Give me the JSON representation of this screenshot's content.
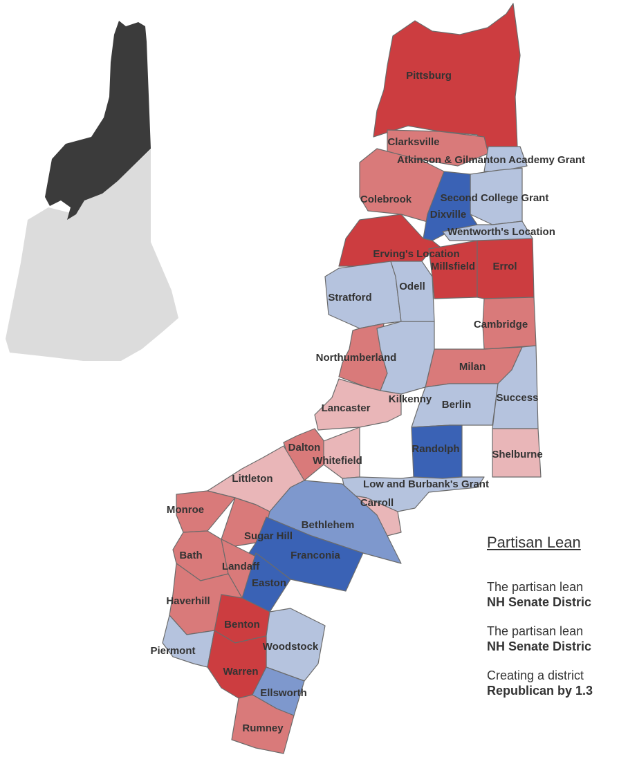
{
  "colors": {
    "strong_r": "#cc3d40",
    "mid_r": "#d97a7a",
    "light_r": "#e9b6b8",
    "strong_d": "#3a62b5",
    "mid_d": "#7e98cd",
    "light_d": "#b5c3de",
    "inset_selected": "#3b3b3b",
    "inset_other": "#dcdcdc"
  },
  "map": {
    "towns": [
      {
        "name": "Pittsburg",
        "lean": "strong_r"
      },
      {
        "name": "Clarksville",
        "lean": "mid_r"
      },
      {
        "name": "Atkinson & Gilmanton Academy Grant",
        "lean": "light_d"
      },
      {
        "name": "Colebrook",
        "lean": "mid_r"
      },
      {
        "name": "Second College Grant",
        "lean": "light_d"
      },
      {
        "name": "Dixville",
        "lean": "strong_d"
      },
      {
        "name": "Wentworth's Location",
        "lean": "light_d"
      },
      {
        "name": "Erving's Location",
        "lean": "strong_r"
      },
      {
        "name": "Millsfield",
        "lean": "strong_r"
      },
      {
        "name": "Errol",
        "lean": "strong_r"
      },
      {
        "name": "Stratford",
        "lean": "light_d"
      },
      {
        "name": "Odell",
        "lean": "light_d"
      },
      {
        "name": "Cambridge",
        "lean": "mid_r"
      },
      {
        "name": "Northumberland",
        "lean": "mid_r"
      },
      {
        "name": "Milan",
        "lean": "mid_r"
      },
      {
        "name": "Kilkenny",
        "lean": "light_d"
      },
      {
        "name": "Berlin",
        "lean": "light_d"
      },
      {
        "name": "Success",
        "lean": "light_d"
      },
      {
        "name": "Lancaster",
        "lean": "light_r"
      },
      {
        "name": "Randolph",
        "lean": "strong_d"
      },
      {
        "name": "Shelburne",
        "lean": "light_r"
      },
      {
        "name": "Dalton",
        "lean": "mid_r"
      },
      {
        "name": "Whitefield",
        "lean": "light_r"
      },
      {
        "name": "Littleton",
        "lean": "light_r"
      },
      {
        "name": "Low and Burbank's Grant",
        "lean": "light_d"
      },
      {
        "name": "Carroll",
        "lean": "light_r"
      },
      {
        "name": "Monroe",
        "lean": "mid_r"
      },
      {
        "name": "Bethlehem",
        "lean": "mid_d"
      },
      {
        "name": "Sugar Hill",
        "lean": "mid_r"
      },
      {
        "name": "Franconia",
        "lean": "strong_d"
      },
      {
        "name": "Bath",
        "lean": "mid_r"
      },
      {
        "name": "Landaff",
        "lean": "mid_r"
      },
      {
        "name": "Easton",
        "lean": "strong_d"
      },
      {
        "name": "Haverhill",
        "lean": "mid_r"
      },
      {
        "name": "Benton",
        "lean": "strong_r"
      },
      {
        "name": "Woodstock",
        "lean": "light_d"
      },
      {
        "name": "Piermont",
        "lean": "light_d"
      },
      {
        "name": "Warren",
        "lean": "strong_r"
      },
      {
        "name": "Ellsworth",
        "lean": "mid_d"
      },
      {
        "name": "Rumney",
        "lean": "mid_r"
      }
    ]
  },
  "legend": {
    "title": "Partisan Lean",
    "line1": "The partisan lean",
    "line1_bold": "NH Senate Distric",
    "line2": "The partisan lean",
    "line2_bold": "NH Senate Distric",
    "line3": "Creating a district",
    "line3_bold": "Republican by 1.3"
  }
}
